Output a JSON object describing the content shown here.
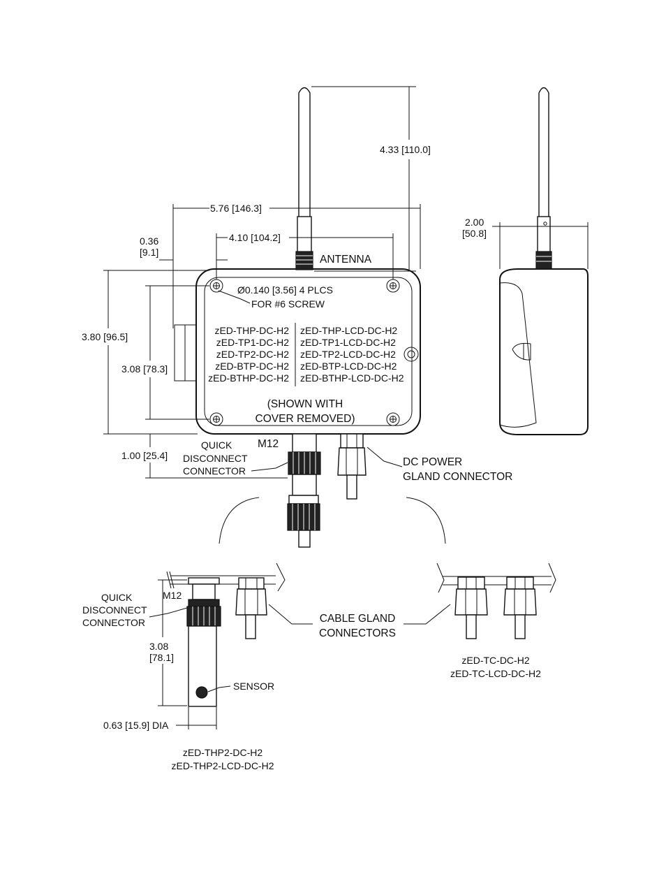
{
  "dimensions": {
    "antenna_height": "4.33 [110.0]",
    "overall_width": "5.76 [146.3]",
    "hole_spacing_width": "4.10 [104.2]",
    "edge_offset_in": "0.36",
    "edge_offset_mm": "[9.1]",
    "overall_height": "3.80 [96.5]",
    "hole_spacing_height": "3.08 [78.3]",
    "connector_length": "1.00 [25.4]",
    "depth_in": "2.00",
    "depth_mm": "[50.8]",
    "probe_length_in": "3.08",
    "probe_length_mm": "[78.1]",
    "probe_diameter": "0.63 [15.9] DIA"
  },
  "labels": {
    "antenna": "ANTENNA",
    "hole_note_1": "Ø0.140 [3.56]  4 PLCS",
    "hole_note_2": "FOR #6 SCREW",
    "shown_with": "(SHOWN WITH",
    "cover_removed": "COVER REMOVED)",
    "m12": "M12",
    "quick": "QUICK",
    "disconnect": "DISCONNECT",
    "connector": "CONNECTOR",
    "dc_power": "DC POWER",
    "gland_connector": "GLAND CONNECTOR",
    "cable_gland": "CABLE GLAND",
    "connectors": "CONNECTORS",
    "sensor": "SENSOR"
  },
  "models_left": [
    "zED-THP-DC-H2",
    "zED-TP1-DC-H2",
    "zED-TP2-DC-H2",
    "zED-BTP-DC-H2",
    "zED-BTHP-DC-H2"
  ],
  "models_right": [
    "zED-THP-LCD-DC-H2",
    "zED-TP1-LCD-DC-H2",
    "zED-TP2-LCD-DC-H2",
    "zED-BTP-LCD-DC-H2",
    "zED-BTHP-LCD-DC-H2"
  ],
  "thp2_models": [
    "zED-THP2-DC-H2",
    "zED-THP2-LCD-DC-H2"
  ],
  "tc_models": [
    "zED-TC-DC-H2",
    "zED-TC-LCD-DC-H2"
  ]
}
